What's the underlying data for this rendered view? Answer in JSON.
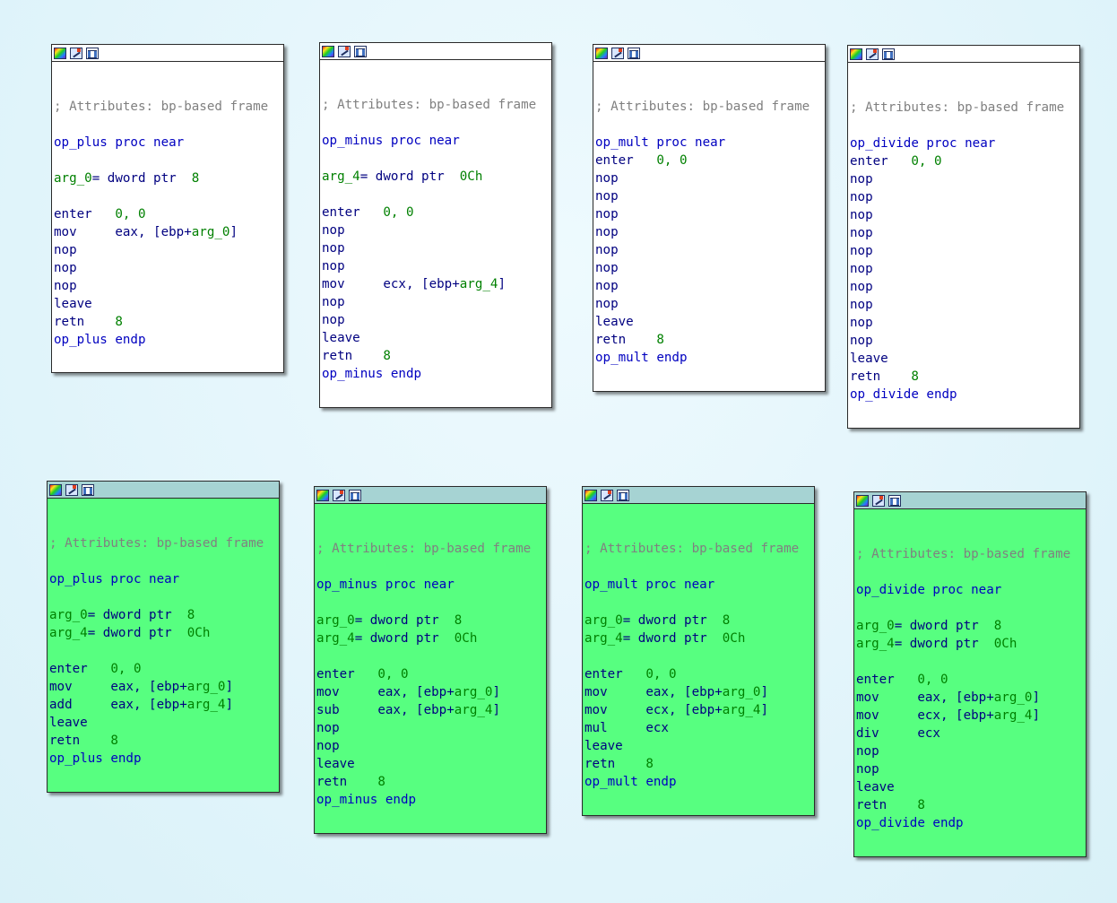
{
  "colors": {
    "background": "#e6f7fc",
    "node_white": "#ffffff",
    "node_green": "#57ff80",
    "titlebar_green": "#a6d3d3",
    "comment": "#808080",
    "name": "#0000c0",
    "number": "#008000",
    "text": "#000080"
  },
  "titlebar_icons": [
    "color-palette-icon",
    "edit-icon",
    "graph-view-icon"
  ],
  "nodes": [
    {
      "id": "node-op-plus-original",
      "theme": "white",
      "lines": [
        [],
        [],
        [
          [
            "; Attributes: bp-based frame",
            "cmt"
          ]
        ],
        [],
        [
          [
            "op_plus",
            "name"
          ],
          [
            " proc near",
            "kw"
          ]
        ],
        [],
        [
          [
            "arg_0",
            "arg"
          ],
          [
            "= dword ptr  ",
            "txt"
          ],
          [
            "8",
            "num"
          ]
        ],
        [],
        [
          [
            "enter   ",
            "txt"
          ],
          [
            "0, 0",
            "num"
          ]
        ],
        [
          [
            "mov     eax, [ebp+",
            "txt"
          ],
          [
            "arg_0",
            "arg"
          ],
          [
            "]",
            "txt"
          ]
        ],
        [
          [
            "nop",
            "txt"
          ]
        ],
        [
          [
            "nop",
            "txt"
          ]
        ],
        [
          [
            "nop",
            "txt"
          ]
        ],
        [
          [
            "leave",
            "txt"
          ]
        ],
        [
          [
            "retn    ",
            "txt"
          ],
          [
            "8",
            "num"
          ]
        ],
        [
          [
            "op_plus",
            "name"
          ],
          [
            " endp",
            "kw"
          ]
        ]
      ]
    },
    {
      "id": "node-op-minus-original",
      "theme": "white",
      "lines": [
        [],
        [],
        [
          [
            "; Attributes: bp-based frame",
            "cmt"
          ]
        ],
        [],
        [
          [
            "op_minus",
            "name"
          ],
          [
            " proc near",
            "kw"
          ]
        ],
        [],
        [
          [
            "arg_4",
            "arg"
          ],
          [
            "= dword ptr  ",
            "txt"
          ],
          [
            "0Ch",
            "num"
          ]
        ],
        [],
        [
          [
            "enter   ",
            "txt"
          ],
          [
            "0, 0",
            "num"
          ]
        ],
        [
          [
            "nop",
            "txt"
          ]
        ],
        [
          [
            "nop",
            "txt"
          ]
        ],
        [
          [
            "nop",
            "txt"
          ]
        ],
        [
          [
            "mov     ecx, [ebp+",
            "txt"
          ],
          [
            "arg_4",
            "arg"
          ],
          [
            "]",
            "txt"
          ]
        ],
        [
          [
            "nop",
            "txt"
          ]
        ],
        [
          [
            "nop",
            "txt"
          ]
        ],
        [
          [
            "leave",
            "txt"
          ]
        ],
        [
          [
            "retn    ",
            "txt"
          ],
          [
            "8",
            "num"
          ]
        ],
        [
          [
            "op_minus",
            "name"
          ],
          [
            " endp",
            "kw"
          ]
        ]
      ]
    },
    {
      "id": "node-op-mult-original",
      "theme": "white",
      "lines": [
        [],
        [],
        [
          [
            "; Attributes: bp-based frame",
            "cmt"
          ]
        ],
        [],
        [
          [
            "op_mult",
            "name"
          ],
          [
            " proc near",
            "kw"
          ]
        ],
        [
          [
            "enter   ",
            "txt"
          ],
          [
            "0, 0",
            "num"
          ]
        ],
        [
          [
            "nop",
            "txt"
          ]
        ],
        [
          [
            "nop",
            "txt"
          ]
        ],
        [
          [
            "nop",
            "txt"
          ]
        ],
        [
          [
            "nop",
            "txt"
          ]
        ],
        [
          [
            "nop",
            "txt"
          ]
        ],
        [
          [
            "nop",
            "txt"
          ]
        ],
        [
          [
            "nop",
            "txt"
          ]
        ],
        [
          [
            "nop",
            "txt"
          ]
        ],
        [
          [
            "leave",
            "txt"
          ]
        ],
        [
          [
            "retn    ",
            "txt"
          ],
          [
            "8",
            "num"
          ]
        ],
        [
          [
            "op_mult",
            "name"
          ],
          [
            " endp",
            "kw"
          ]
        ]
      ]
    },
    {
      "id": "node-op-divide-original",
      "theme": "white",
      "lines": [
        [],
        [],
        [
          [
            "; Attributes: bp-based frame",
            "cmt"
          ]
        ],
        [],
        [
          [
            "op_divide",
            "name"
          ],
          [
            " proc near",
            "kw"
          ]
        ],
        [
          [
            "enter   ",
            "txt"
          ],
          [
            "0, 0",
            "num"
          ]
        ],
        [
          [
            "nop",
            "txt"
          ]
        ],
        [
          [
            "nop",
            "txt"
          ]
        ],
        [
          [
            "nop",
            "txt"
          ]
        ],
        [
          [
            "nop",
            "txt"
          ]
        ],
        [
          [
            "nop",
            "txt"
          ]
        ],
        [
          [
            "nop",
            "txt"
          ]
        ],
        [
          [
            "nop",
            "txt"
          ]
        ],
        [
          [
            "nop",
            "txt"
          ]
        ],
        [
          [
            "nop",
            "txt"
          ]
        ],
        [
          [
            "nop",
            "txt"
          ]
        ],
        [
          [
            "leave",
            "txt"
          ]
        ],
        [
          [
            "retn    ",
            "txt"
          ],
          [
            "8",
            "num"
          ]
        ],
        [
          [
            "op_divide",
            "name"
          ],
          [
            " endp",
            "kw"
          ]
        ]
      ]
    },
    {
      "id": "node-op-plus-restored",
      "theme": "green",
      "lines": [
        [],
        [],
        [
          [
            "; Attributes: bp-based frame",
            "cmt"
          ]
        ],
        [],
        [
          [
            "op_plus",
            "name"
          ],
          [
            " proc near",
            "kw"
          ]
        ],
        [],
        [
          [
            "arg_0",
            "arg"
          ],
          [
            "= dword ptr  ",
            "txt"
          ],
          [
            "8",
            "num"
          ]
        ],
        [
          [
            "arg_4",
            "arg"
          ],
          [
            "= dword ptr  ",
            "txt"
          ],
          [
            "0Ch",
            "num"
          ]
        ],
        [],
        [
          [
            "enter   ",
            "txt"
          ],
          [
            "0, 0",
            "num"
          ]
        ],
        [
          [
            "mov     eax, [ebp+",
            "txt"
          ],
          [
            "arg_0",
            "arg"
          ],
          [
            "]",
            "txt"
          ]
        ],
        [
          [
            "add     eax, [ebp+",
            "txt"
          ],
          [
            "arg_4",
            "arg"
          ],
          [
            "]",
            "txt"
          ]
        ],
        [
          [
            "leave",
            "txt"
          ]
        ],
        [
          [
            "retn    ",
            "txt"
          ],
          [
            "8",
            "num"
          ]
        ],
        [
          [
            "op_plus",
            "name"
          ],
          [
            " endp",
            "kw"
          ]
        ]
      ]
    },
    {
      "id": "node-op-minus-restored",
      "theme": "green",
      "lines": [
        [],
        [],
        [
          [
            "; Attributes: bp-based frame",
            "cmt"
          ]
        ],
        [],
        [
          [
            "op_minus",
            "name"
          ],
          [
            " proc near",
            "kw"
          ]
        ],
        [],
        [
          [
            "arg_0",
            "arg"
          ],
          [
            "= dword ptr  ",
            "txt"
          ],
          [
            "8",
            "num"
          ]
        ],
        [
          [
            "arg_4",
            "arg"
          ],
          [
            "= dword ptr  ",
            "txt"
          ],
          [
            "0Ch",
            "num"
          ]
        ],
        [],
        [
          [
            "enter   ",
            "txt"
          ],
          [
            "0, 0",
            "num"
          ]
        ],
        [
          [
            "mov     eax, [ebp+",
            "txt"
          ],
          [
            "arg_0",
            "arg"
          ],
          [
            "]",
            "txt"
          ]
        ],
        [
          [
            "sub     eax, [ebp+",
            "txt"
          ],
          [
            "arg_4",
            "arg"
          ],
          [
            "]",
            "txt"
          ]
        ],
        [
          [
            "nop",
            "txt"
          ]
        ],
        [
          [
            "nop",
            "txt"
          ]
        ],
        [
          [
            "leave",
            "txt"
          ]
        ],
        [
          [
            "retn    ",
            "txt"
          ],
          [
            "8",
            "num"
          ]
        ],
        [
          [
            "op_minus",
            "name"
          ],
          [
            " endp",
            "kw"
          ]
        ]
      ]
    },
    {
      "id": "node-op-mult-restored",
      "theme": "green",
      "lines": [
        [],
        [],
        [
          [
            "; Attributes: bp-based frame",
            "cmt"
          ]
        ],
        [],
        [
          [
            "op_mult",
            "name"
          ],
          [
            " proc near",
            "kw"
          ]
        ],
        [],
        [
          [
            "arg_0",
            "arg"
          ],
          [
            "= dword ptr  ",
            "txt"
          ],
          [
            "8",
            "num"
          ]
        ],
        [
          [
            "arg_4",
            "arg"
          ],
          [
            "= dword ptr  ",
            "txt"
          ],
          [
            "0Ch",
            "num"
          ]
        ],
        [],
        [
          [
            "enter   ",
            "txt"
          ],
          [
            "0, 0",
            "num"
          ]
        ],
        [
          [
            "mov     eax, [ebp+",
            "txt"
          ],
          [
            "arg_0",
            "arg"
          ],
          [
            "]",
            "txt"
          ]
        ],
        [
          [
            "mov     ecx, [ebp+",
            "txt"
          ],
          [
            "arg_4",
            "arg"
          ],
          [
            "]",
            "txt"
          ]
        ],
        [
          [
            "mul     ecx",
            "txt"
          ]
        ],
        [
          [
            "leave",
            "txt"
          ]
        ],
        [
          [
            "retn    ",
            "txt"
          ],
          [
            "8",
            "num"
          ]
        ],
        [
          [
            "op_mult",
            "name"
          ],
          [
            " endp",
            "kw"
          ]
        ]
      ]
    },
    {
      "id": "node-op-divide-restored",
      "theme": "green",
      "lines": [
        [],
        [],
        [
          [
            "; Attributes: bp-based frame",
            "cmt"
          ]
        ],
        [],
        [
          [
            "op_divide",
            "name"
          ],
          [
            " proc near",
            "kw"
          ]
        ],
        [],
        [
          [
            "arg_0",
            "arg"
          ],
          [
            "= dword ptr  ",
            "txt"
          ],
          [
            "8",
            "num"
          ]
        ],
        [
          [
            "arg_4",
            "arg"
          ],
          [
            "= dword ptr  ",
            "txt"
          ],
          [
            "0Ch",
            "num"
          ]
        ],
        [],
        [
          [
            "enter   ",
            "txt"
          ],
          [
            "0, 0",
            "num"
          ]
        ],
        [
          [
            "mov     eax, [ebp+",
            "txt"
          ],
          [
            "arg_0",
            "arg"
          ],
          [
            "]",
            "txt"
          ]
        ],
        [
          [
            "mov     ecx, [ebp+",
            "txt"
          ],
          [
            "arg_4",
            "arg"
          ],
          [
            "]",
            "txt"
          ]
        ],
        [
          [
            "div     ecx",
            "txt"
          ]
        ],
        [
          [
            "nop",
            "txt"
          ]
        ],
        [
          [
            "nop",
            "txt"
          ]
        ],
        [
          [
            "leave",
            "txt"
          ]
        ],
        [
          [
            "retn    ",
            "txt"
          ],
          [
            "8",
            "num"
          ]
        ],
        [
          [
            "op_divide",
            "name"
          ],
          [
            " endp",
            "kw"
          ]
        ]
      ]
    }
  ]
}
